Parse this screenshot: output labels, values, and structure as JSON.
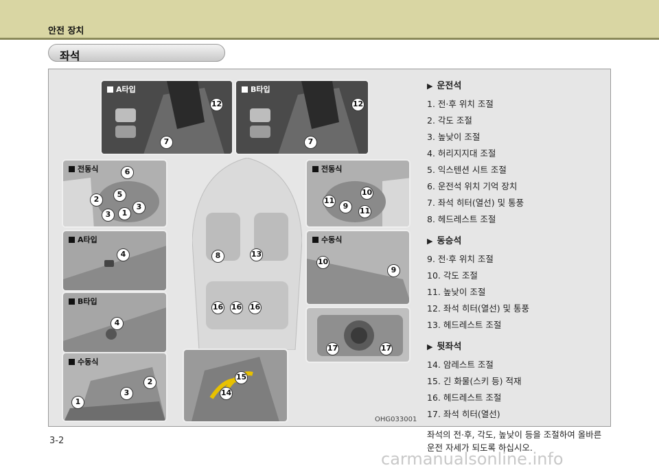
{
  "header": {
    "chapter_title": "안전 장치"
  },
  "section": {
    "title": "좌석"
  },
  "figure": {
    "code": "OHG033001",
    "panels": {
      "top_a": "A타입",
      "top_b": "B타입",
      "left_power": "전동식",
      "left_a": "A타입",
      "left_b": "B타입",
      "left_manual": "수동식",
      "right_power": "전동식",
      "right_manual": "수동식"
    },
    "callouts": {
      "top_a_12": "12",
      "top_a_7": "7",
      "top_b_12": "12",
      "top_b_7": "7",
      "lp_6": "6",
      "lp_2": "2",
      "lp_5": "5",
      "lp_3a": "3",
      "lp_1": "1",
      "lp_3b": "3",
      "la_4": "4",
      "lb_4": "4",
      "lm_2": "2",
      "lm_1": "1",
      "lm_3": "3",
      "rp_10": "10",
      "rp_11a": "11",
      "rp_9": "9",
      "rp_11b": "11",
      "rm_10": "10",
      "rm_9": "9",
      "car_8": "8",
      "car_13": "13",
      "car_16a": "16",
      "car_16b": "16",
      "car_16c": "16",
      "rear_15": "15",
      "rear_14": "14",
      "console_17a": "17",
      "console_17b": "17"
    }
  },
  "legend": {
    "driver": {
      "heading": "운전석",
      "items": [
        "1.  전·후 위치 조절",
        "2.  각도 조절",
        "3.  높낮이 조절",
        "4.  허리지지대 조절",
        "5.  익스텐션 시트 조절",
        "6.  운전석 위치 기억 장치",
        "7.  좌석 히터(열선) 및 통풍",
        "8.  헤드레스트 조절"
      ]
    },
    "passenger": {
      "heading": "동승석",
      "items": [
        "9.  전·후 위치 조절",
        "10.  각도 조절",
        "11.  높낮이 조절",
        "12.  좌석 히터(열선) 및 통풍",
        "13.  헤드레스트 조절"
      ]
    },
    "rear": {
      "heading": "뒷좌석",
      "items": [
        "14. 암레스트 조절",
        "15. 긴 화물(스키 등) 적재",
        "16. 헤드레스트 조절",
        "17.  좌석 히터(열선)"
      ]
    },
    "note": "좌석의 전·후, 각도, 높낮이 등을 조절하여 올바른 운전 자세가 되도록 하십시오."
  },
  "footer": {
    "page_number": "3-2"
  },
  "watermark": "carmanualsonline.info",
  "colors": {
    "header": "#d9d6a3",
    "header_line": "#8b8a5a",
    "frame": "#e6e6e6"
  }
}
